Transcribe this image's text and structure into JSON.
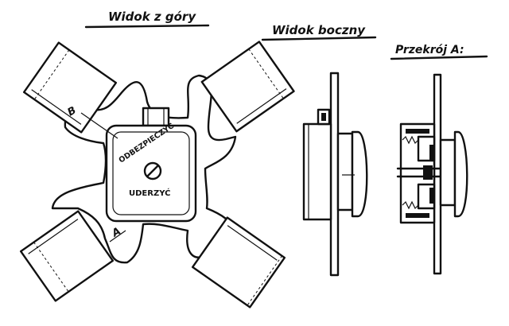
{
  "headings": {
    "top_view": "Widok z góry",
    "side_view": "Widok boczny",
    "section": "Przekrój A:"
  },
  "device_labels": {
    "safe": "ODBEZPIECZYĆ",
    "strike": "UDERZYĆ"
  },
  "callouts": {
    "ref_upper": "B",
    "ref_lower": "A"
  }
}
